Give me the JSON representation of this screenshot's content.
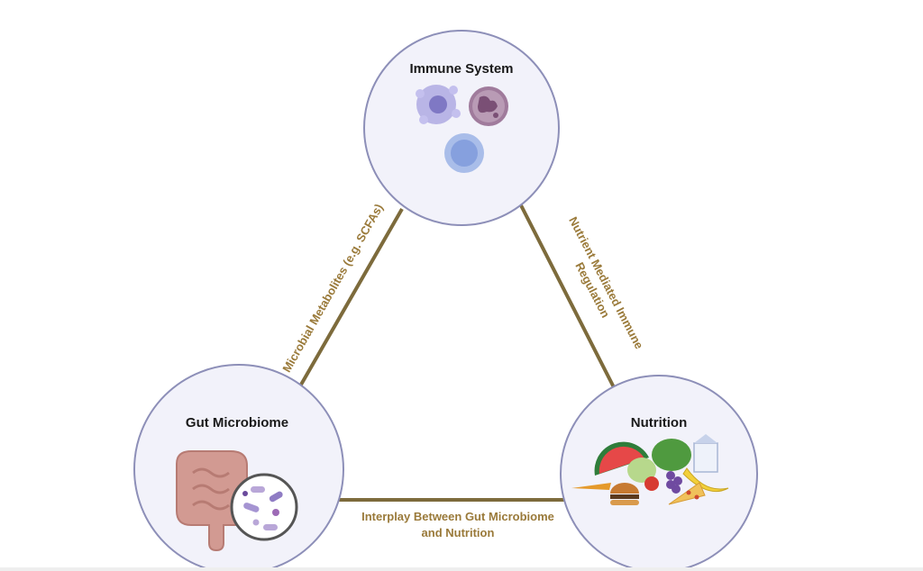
{
  "nodes": {
    "immune": {
      "title": "Immune System"
    },
    "gut": {
      "title": "Gut Microbiome"
    },
    "nutrition": {
      "title": "Nutrition"
    }
  },
  "edges": {
    "gut_immune": {
      "label": "Microbial Metabolites (e.g. SCFAs)"
    },
    "immune_nutrition": {
      "line1": "Nutrient Mediated Immune",
      "line2": "Regulation"
    },
    "gut_nutrition": {
      "line1": "Interplay Between Gut Microbiome",
      "line2": "and Nutrition"
    }
  },
  "colors": {
    "edge_line": "#7d6b3c",
    "edge_label": "#9a7a3a",
    "node_fill": "#f2f2fa",
    "node_stroke": "#8d8fb8"
  },
  "icons": {
    "immune": [
      "macrophage-cell-icon",
      "neutrophil-cell-icon",
      "lymphocyte-cell-icon"
    ],
    "gut": [
      "intestine-icon",
      "bacteria-magnifier-icon"
    ],
    "nutrition": [
      "watermelon-icon",
      "leafy-greens-icon",
      "milk-carton-icon",
      "banana-icon",
      "grapes-icon",
      "pizza-slice-icon",
      "burger-icon",
      "tomato-icon",
      "carrot-icon"
    ]
  }
}
